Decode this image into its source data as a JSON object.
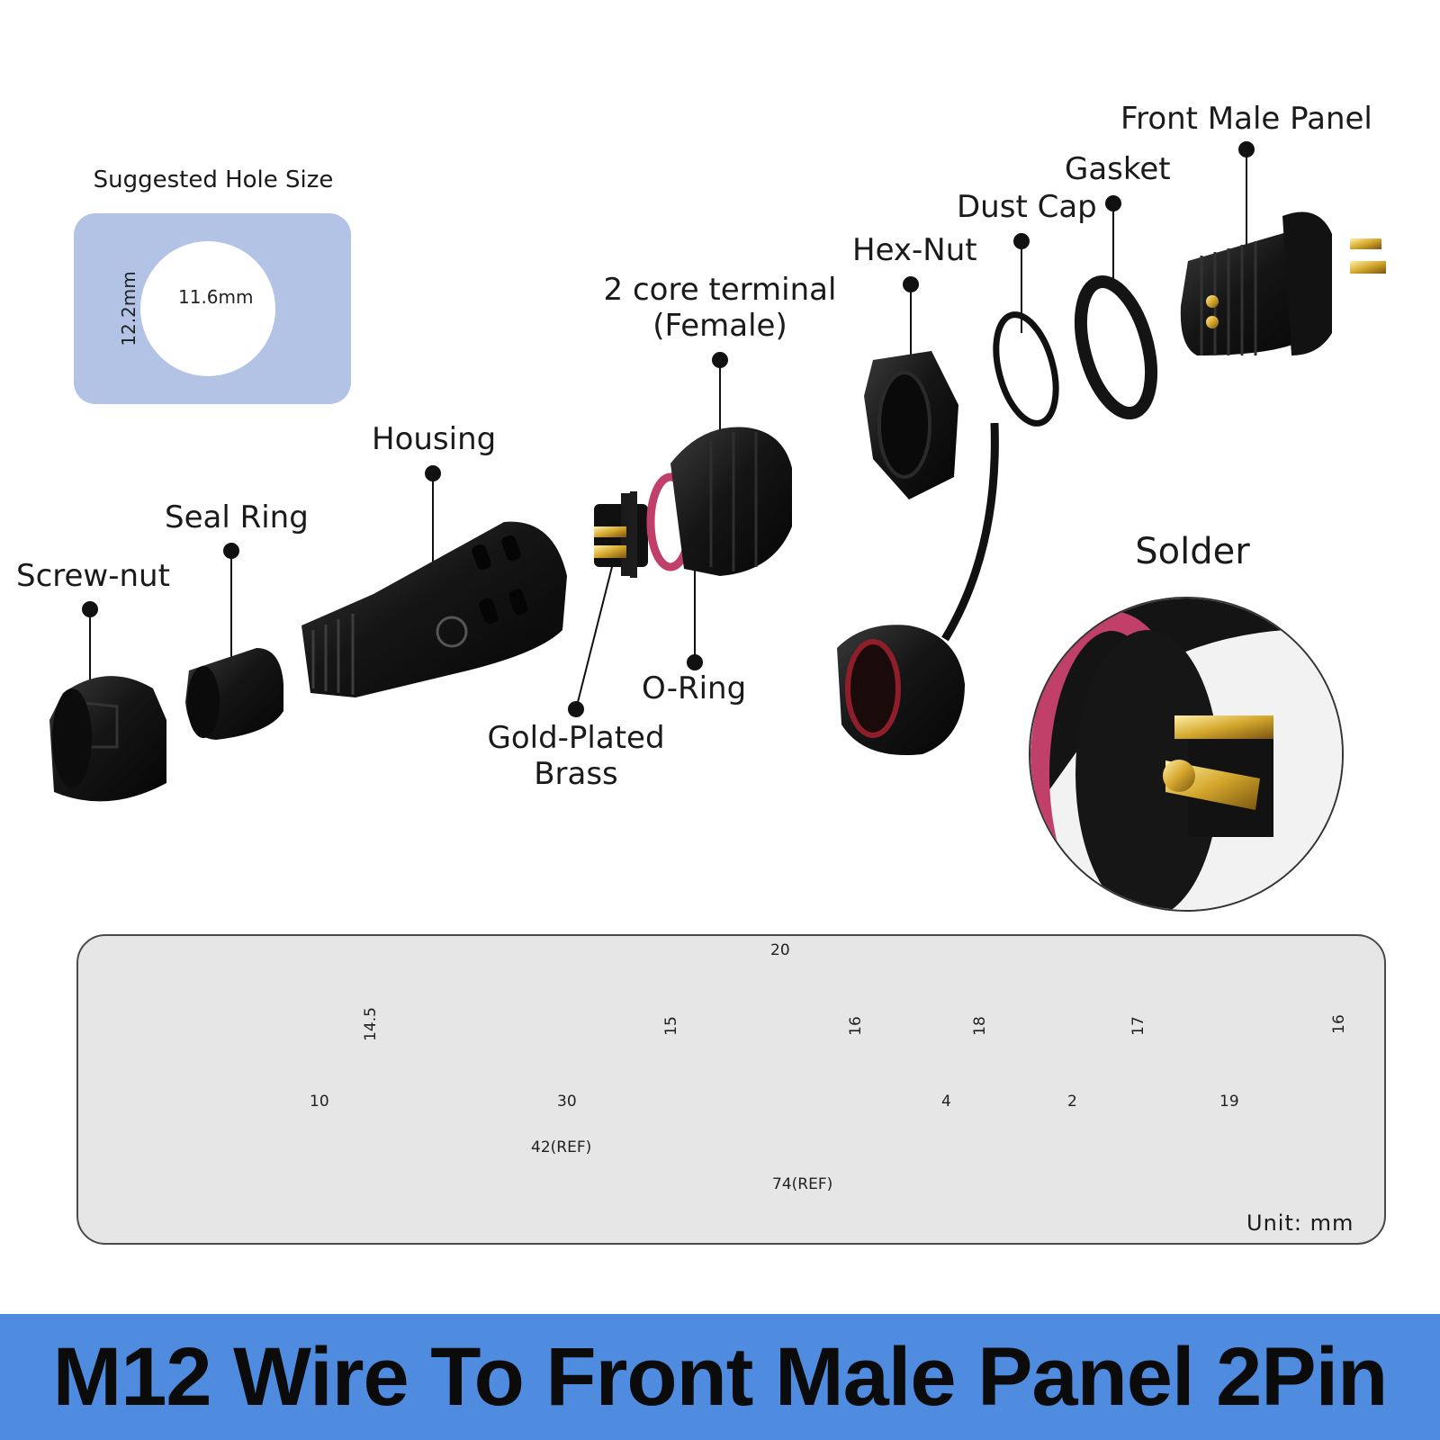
{
  "title": "M12 Wire To Front Male Panel 2Pin",
  "hole_size": {
    "title": "Suggested Hole Size",
    "width_label": "11.6mm",
    "height_label": "12.2mm"
  },
  "parts": {
    "screw_nut": "Screw-nut",
    "seal_ring": "Seal Ring",
    "housing": "Housing",
    "terminal_line1": "2 core terminal",
    "terminal_line2": "(Female)",
    "gold_line1": "Gold-Plated",
    "gold_line2": "Brass",
    "o_ring": "O-Ring",
    "hex_nut": "Hex-Nut",
    "dust_cap": "Dust Cap",
    "gasket": "Gasket",
    "front_male_panel": "Front Male Panel"
  },
  "solder_title": "Solder",
  "dimensions": {
    "screw_nut_height": "14.5",
    "housing_height": "15",
    "terminal_height": "16",
    "hex_nut_height": "18",
    "gasket_height": "17",
    "panel_height": "16",
    "terminal_width": "20",
    "screw_nut_width": "10",
    "housing_width": "30",
    "hex_nut_width": "4",
    "gasket_width": "2",
    "panel_width": "19",
    "ref_42": "42(REF)",
    "ref_74": "74(REF)",
    "unit": "Unit: mm"
  },
  "colors": {
    "banner": "#4f8ce0",
    "hole_box": "#b3c3e6",
    "o_ring": "#c0406a",
    "gold": "#d4a72c",
    "part_black": "#161616"
  }
}
